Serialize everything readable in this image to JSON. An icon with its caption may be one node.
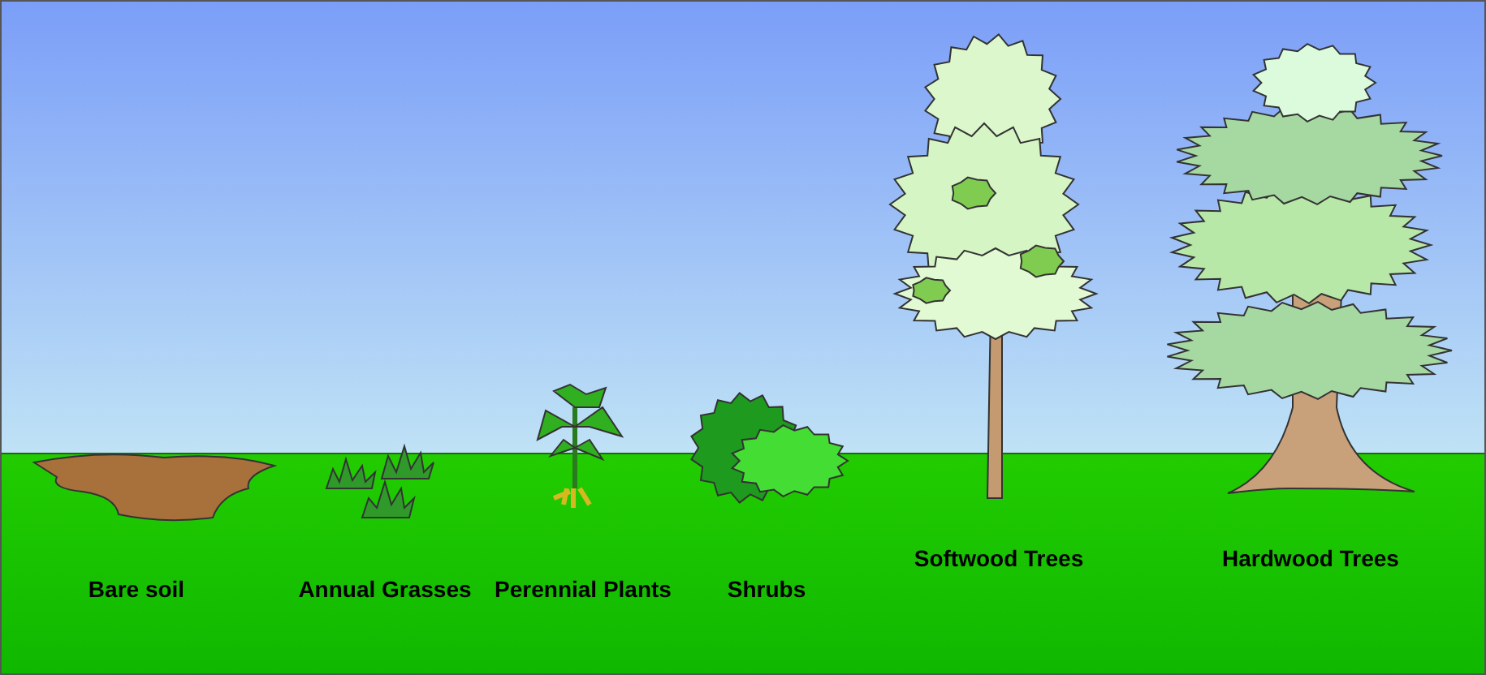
{
  "diagram": {
    "labels": [
      "Bare soil",
      "Annual Grasses",
      "Perennial Plants",
      "Shrubs",
      "Softwood Trees",
      "Hardwood Trees"
    ]
  }
}
